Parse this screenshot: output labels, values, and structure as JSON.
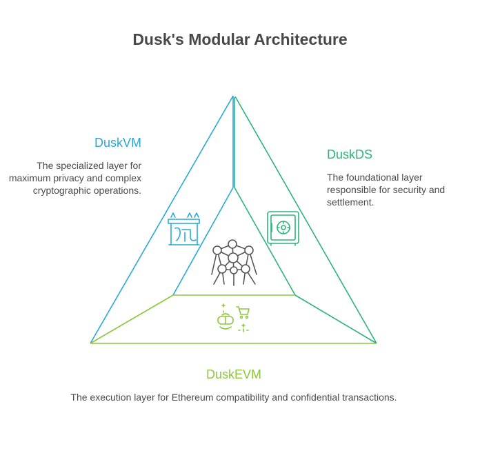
{
  "title": "Dusk's Modular Architecture",
  "colors": {
    "vm": "#29a8d6",
    "ds": "#2db37a",
    "evm": "#8cc63e",
    "core": "#555555"
  },
  "layers": {
    "vm": {
      "name": "DuskVM",
      "description": "The specialized layer for maximum privacy and complex cryptographic operations.",
      "icon": "privacy-shield-icon"
    },
    "ds": {
      "name": "DuskDS",
      "description": "The foundational layer responsible for security and settlement.",
      "icon": "safe-icon"
    },
    "evm": {
      "name": "DuskEVM",
      "description": "The execution layer for Ethereum compatibility and confidential transactions.",
      "icon": "vr-shopping-icon"
    }
  },
  "core_icon": "atomium-network-icon"
}
